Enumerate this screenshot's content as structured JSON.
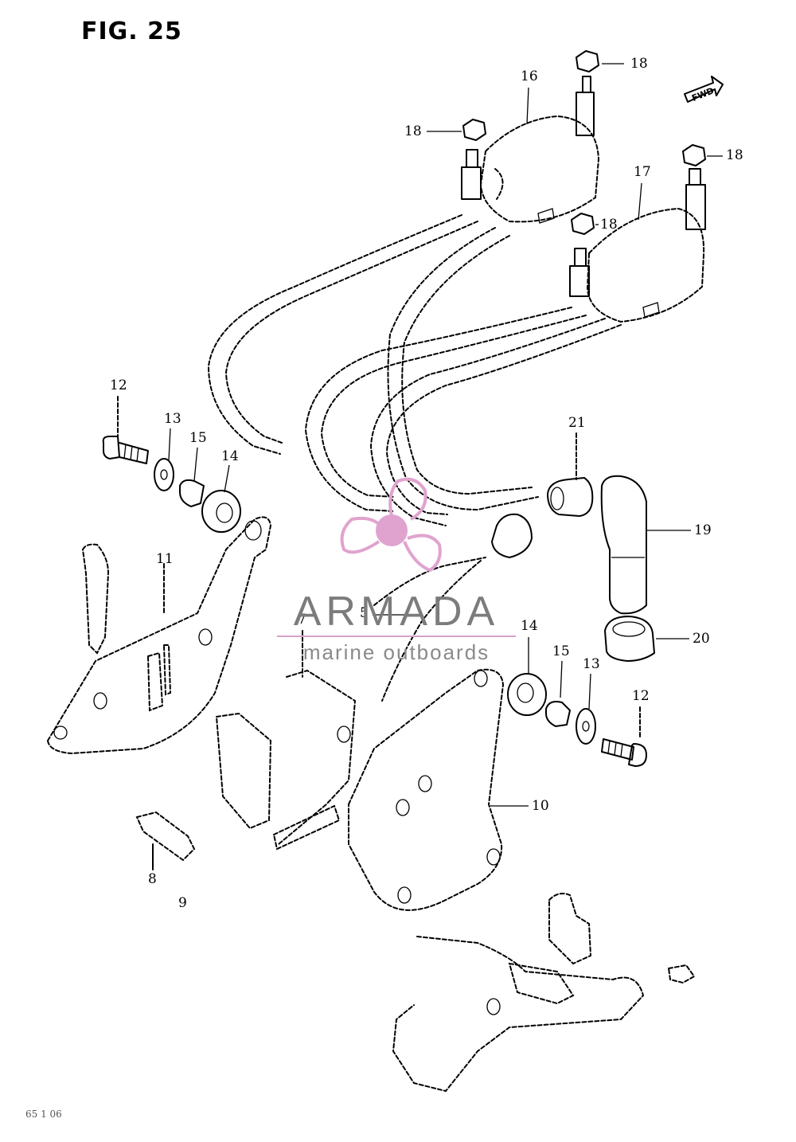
{
  "figure": {
    "title": "FIG. 25"
  },
  "arrow_label": "FWD",
  "callouts": [
    {
      "id": "c16",
      "text": "16"
    },
    {
      "id": "c18a",
      "text": "18"
    },
    {
      "id": "c18b",
      "text": "18"
    },
    {
      "id": "c18c",
      "text": "18"
    },
    {
      "id": "c18d",
      "text": "18"
    },
    {
      "id": "c17",
      "text": "17"
    },
    {
      "id": "c12a",
      "text": "12"
    },
    {
      "id": "c13a",
      "text": "13"
    },
    {
      "id": "c15a",
      "text": "15"
    },
    {
      "id": "c14a",
      "text": "14"
    },
    {
      "id": "c21",
      "text": "21"
    },
    {
      "id": "c19",
      "text": "19"
    },
    {
      "id": "c11",
      "text": "11"
    },
    {
      "id": "c7",
      "text": "7"
    },
    {
      "id": "c5",
      "text": "5"
    },
    {
      "id": "c14b",
      "text": "14"
    },
    {
      "id": "c20",
      "text": "20"
    },
    {
      "id": "c15b",
      "text": "15"
    },
    {
      "id": "c13b",
      "text": "13"
    },
    {
      "id": "c12b",
      "text": "12"
    },
    {
      "id": "c10",
      "text": "10"
    },
    {
      "id": "c8",
      "text": "8"
    },
    {
      "id": "c9",
      "text": "9"
    }
  ],
  "watermark": {
    "name": "ARMADA",
    "tagline": "marine outboards",
    "accent_color": "#e0a3cf"
  },
  "footer_code": "65 1 06"
}
